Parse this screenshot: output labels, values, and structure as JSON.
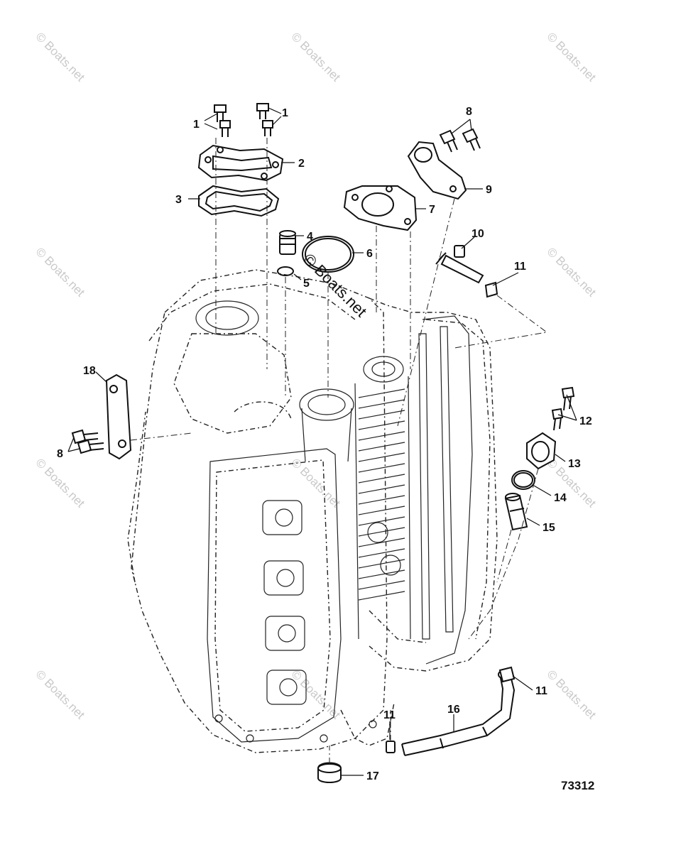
{
  "watermark": "© Boats.net",
  "diagram_number": "73312",
  "callouts": [
    {
      "id": "c1a",
      "label": "1"
    },
    {
      "id": "c1b",
      "label": "1"
    },
    {
      "id": "c2",
      "label": "2"
    },
    {
      "id": "c3",
      "label": "3"
    },
    {
      "id": "c4",
      "label": "4"
    },
    {
      "id": "c5",
      "label": "5"
    },
    {
      "id": "c6",
      "label": "6"
    },
    {
      "id": "c7",
      "label": "7"
    },
    {
      "id": "c8a",
      "label": "8"
    },
    {
      "id": "c9",
      "label": "9"
    },
    {
      "id": "c10",
      "label": "10"
    },
    {
      "id": "c11a",
      "label": "11"
    },
    {
      "id": "c12",
      "label": "12"
    },
    {
      "id": "c13",
      "label": "13"
    },
    {
      "id": "c14",
      "label": "14"
    },
    {
      "id": "c15",
      "label": "15"
    },
    {
      "id": "c18",
      "label": "18"
    },
    {
      "id": "c8b",
      "label": "8"
    },
    {
      "id": "c16",
      "label": "16"
    },
    {
      "id": "c11b",
      "label": "11"
    },
    {
      "id": "c11c",
      "label": "11"
    },
    {
      "id": "c17",
      "label": "17"
    }
  ]
}
